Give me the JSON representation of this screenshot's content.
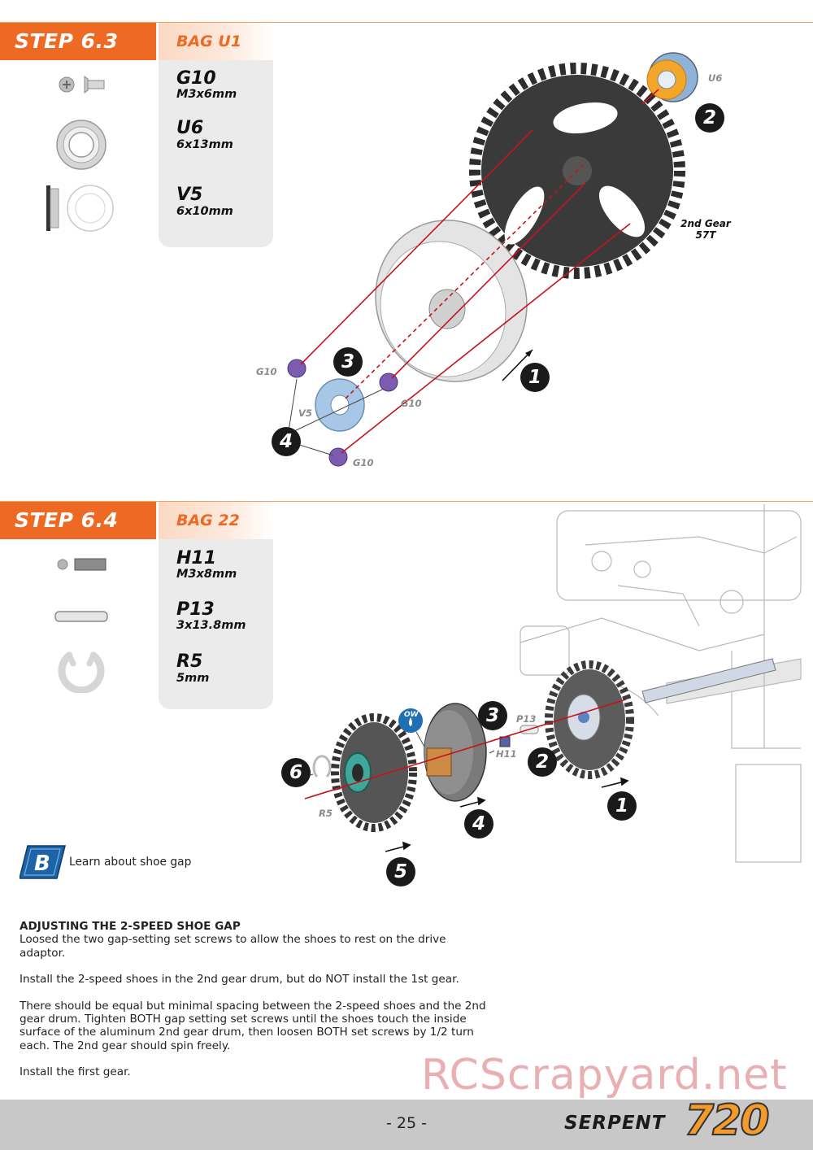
{
  "step63": {
    "title": "STEP 6.3",
    "bag": "BAG U1",
    "parts": [
      {
        "code": "G10",
        "size": "M3x6mm",
        "icon": "screw-icon"
      },
      {
        "code": "U6",
        "size": "6x13mm",
        "icon": "ball-bearing-icon"
      },
      {
        "code": "V5",
        "size": "6x10mm",
        "icon": "shim-icon"
      }
    ],
    "diagram": {
      "labels": {
        "u6": "U6",
        "g10a": "G10",
        "g10b": "G10",
        "g10c": "G10",
        "v5": "V5"
      },
      "gear_name": "2nd Gear",
      "gear_teeth": "57T",
      "callouts": [
        "1",
        "2",
        "3",
        "4"
      ]
    }
  },
  "step64": {
    "title": "STEP 6.4",
    "bag": "BAG 22",
    "parts": [
      {
        "code": "H11",
        "size": "M3x8mm",
        "icon": "set-screw-icon"
      },
      {
        "code": "P13",
        "size": "3x13.8mm",
        "icon": "pin-icon"
      },
      {
        "code": "R5",
        "size": "5mm",
        "icon": "e-clip-icon"
      }
    ],
    "diagram": {
      "labels": {
        "p13": "P13",
        "h11": "H11",
        "r5": "R5",
        "ow": "OW"
      },
      "callouts": [
        "1",
        "2",
        "3",
        "4",
        "5",
        "6"
      ]
    },
    "learn_link": "Learn about shoe gap"
  },
  "instructions": {
    "heading": "ADJUSTING THE 2-SPEED SHOE GAP",
    "paragraphs": [
      "Loosed the two gap-setting set screws to allow the shoes to rest on the drive adaptor.",
      "Install the 2-speed shoes in the 2nd gear drum, but do NOT install the 1st gear.",
      "There should be equal but minimal spacing between the 2-speed shoes and the 2nd gear drum. Tighten BOTH gap setting set screws until the shoes touch the inside surface of the aluminum 2nd gear drum, then loosen BOTH set screws by 1/2 turn each. The 2nd gear should spin freely.",
      "Install the first gear."
    ]
  },
  "footer": {
    "page_number": "- 25 -",
    "brand": "SERPENT",
    "model": "720"
  },
  "watermark": "RCScrapyard.net",
  "colors": {
    "accent": "#ee6a24",
    "bag_bg": "#fde3d2",
    "parts_bg": "#ebebeb",
    "footer_bg": "#c8c8c8"
  }
}
